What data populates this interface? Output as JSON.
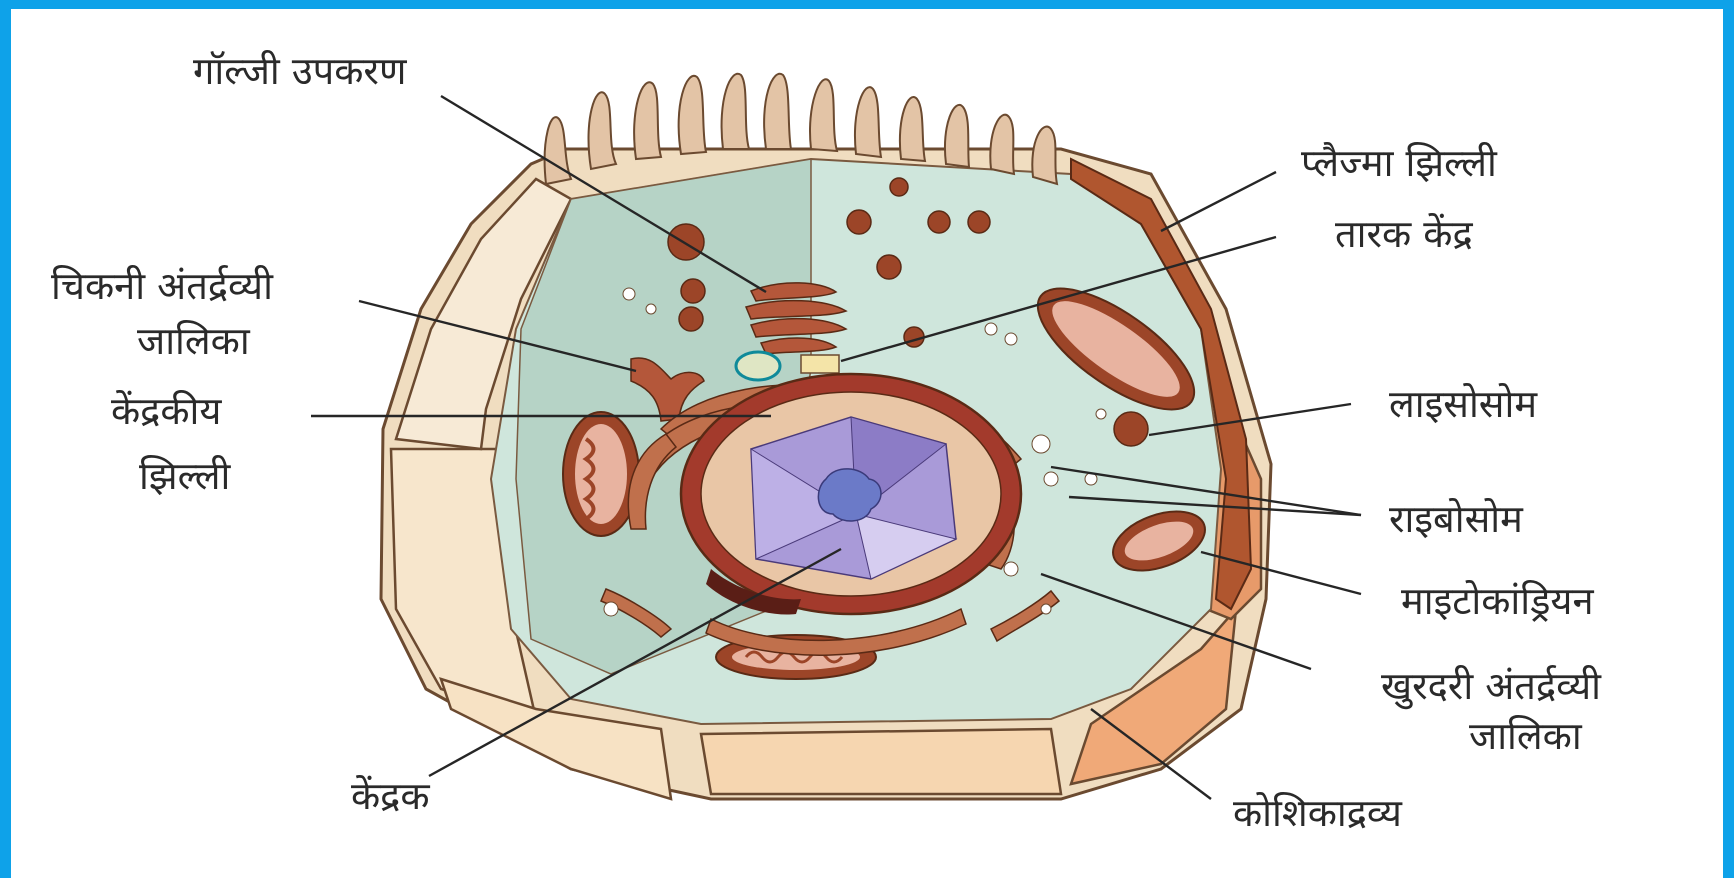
{
  "labels": {
    "golgi": "गॉल्जी उपकरण",
    "smooth_er_line1": "चिकनी अंतर्द्रव्यी",
    "smooth_er_line2": "जालिका",
    "nuclear_membrane_line1": "केंद्रकीय",
    "nuclear_membrane_line2": "झिल्ली",
    "nucleus": "केंद्रक",
    "plasma_membrane": "प्लैज्मा झिल्ली",
    "centrosome": "तारक केंद्र",
    "lysosome": "लाइसोसोम",
    "ribosome": "राइबोसोम",
    "mitochondrion": "माइटोकांड्रियन",
    "rough_er_line1": "खुरदरी अंतर्द्रव्यी",
    "rough_er_line2": "जालिका",
    "cytoplasm": "कोशिकाद्रव्य"
  },
  "colors": {
    "frame": "#0ea2e9",
    "background": "#ffffff",
    "cytoplasm_fill": "#cfe6dc",
    "inner_wall": "#b6d3c6",
    "outer_wall": "#f0ddc0",
    "membrane": "#b0562f",
    "organelle": "#9c4528",
    "nucleus_inner": "#a99ad8",
    "text": "#2a2a2a"
  },
  "icons": {
    "cell": "animal-cell-cutaway-icon"
  }
}
